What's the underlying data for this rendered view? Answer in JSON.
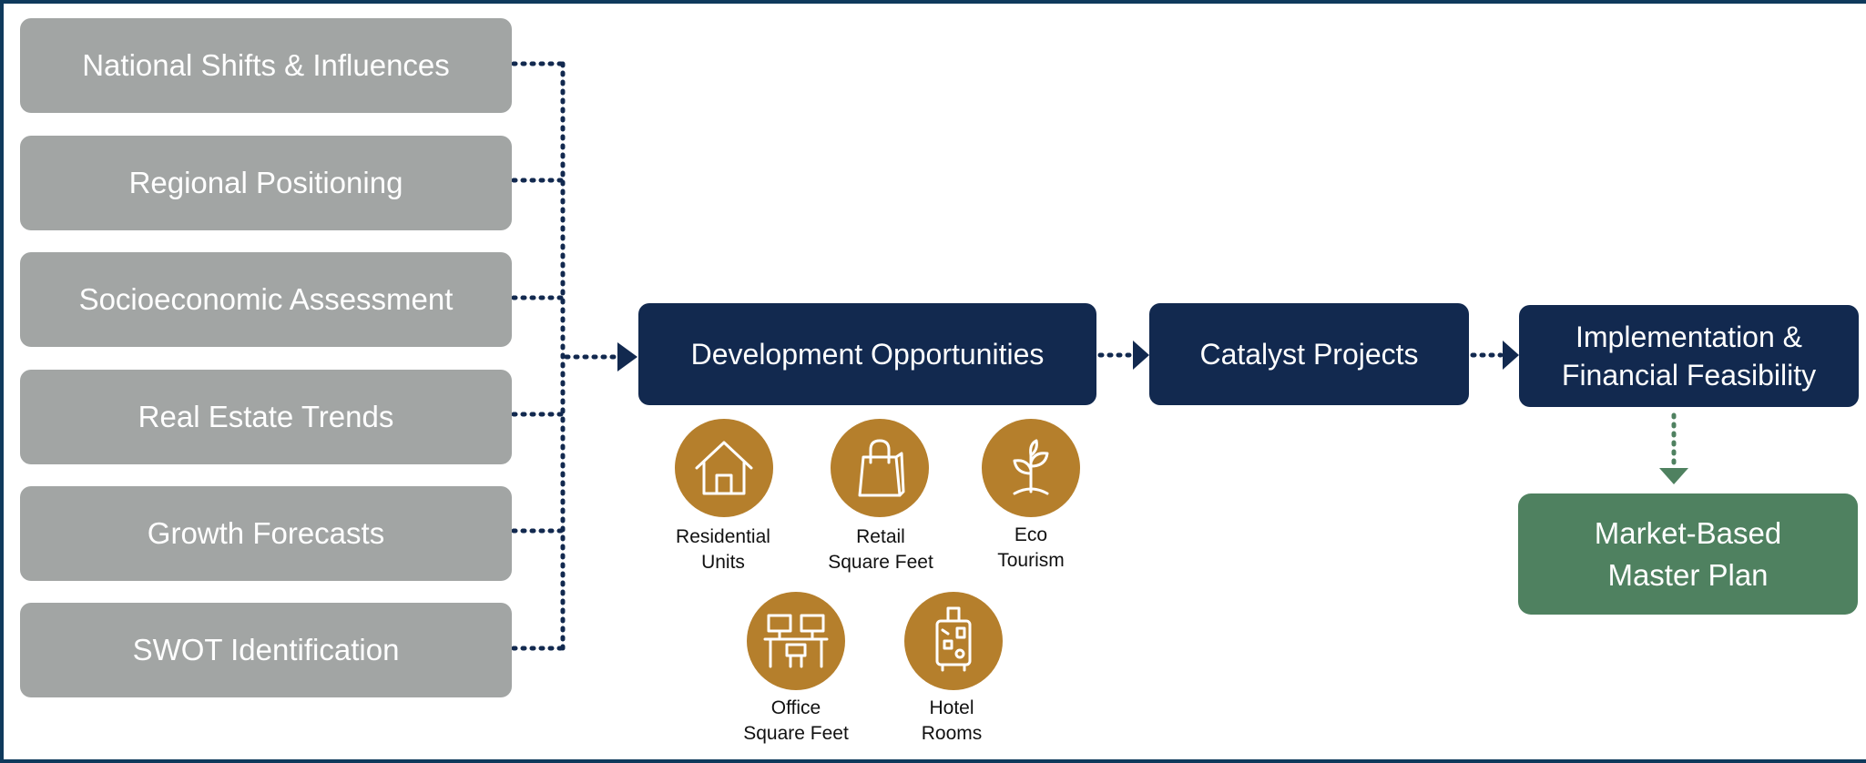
{
  "inputs": [
    "National Shifts & Influences",
    "Regional Positioning",
    "Socioeconomic Assessment",
    "Real Estate Trends",
    "Growth Forecasts",
    "SWOT Identification"
  ],
  "stages": {
    "development": "Development Opportunities",
    "catalyst": "Catalyst Projects",
    "implementation_line1": "Implementation &",
    "implementation_line2": "Financial Feasibility",
    "master_plan_line1": "Market-Based",
    "master_plan_line2": "Master Plan"
  },
  "opportunities": [
    {
      "icon": "house-icon",
      "label": "Residential\nUnits"
    },
    {
      "icon": "shopping-bag-icon",
      "label": "Retail\nSquare Feet"
    },
    {
      "icon": "plant-icon",
      "label": "Eco\nTourism"
    },
    {
      "icon": "office-desk-icon",
      "label": "Office\nSquare Feet"
    },
    {
      "icon": "luggage-icon",
      "label": "Hotel\nRooms"
    }
  ],
  "colors": {
    "input_box": "#a2a5a4",
    "stage_box": "#12294f",
    "master_plan_box": "#4f8160",
    "icon_circle": "#b57f2c",
    "connector": "#12294f",
    "frame": "#0f3a5c"
  }
}
